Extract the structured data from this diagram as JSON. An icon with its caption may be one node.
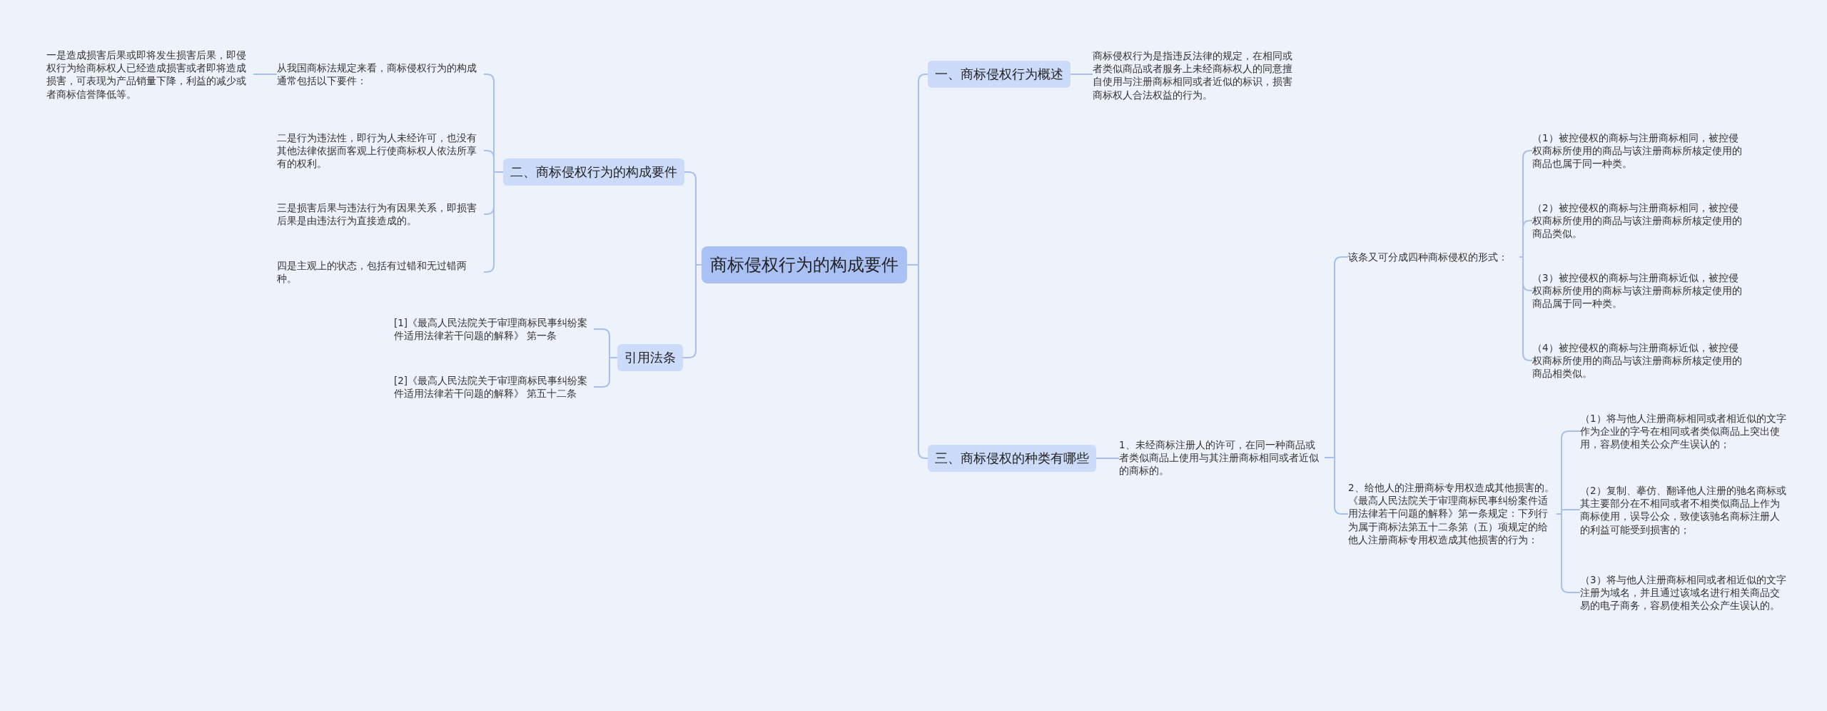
{
  "diagram": {
    "nodes": [
      {
        "text": [
          "商标侵权行为的构成要件"
        ]
      },
      {
        "text": [
          "一、商标侵权行为概述"
        ]
      },
      {
        "text": [
          "商标侵权行为是指违反法律的规定，在相同或者类似商品或者服务上未经商标权人的同意擅自使用与注册商标相同或者近似的标识，损害商标权人合法权益的行为。"
        ]
      },
      {
        "text": [
          "二、商标侵权行为的构成要件"
        ]
      },
      {
        "text": [
          "从我国商标法规定来看，商标侵权行为的构成通常包括以下要件："
        ]
      },
      {
        "text": [
          "一是造成损害后果或即将发生损害后果，即侵权行为给商标权人已经造成损害或者即将造成损害，可表现为产品销量下降，利益的减少或者商标信誉降低等。"
        ]
      },
      {
        "text": [
          "二是行为违法性，即行为人未经许可，也没有其他法律依据而客观上行使商标权人依法所享有的权利。"
        ]
      },
      {
        "text": [
          "三是损害后果与违法行为有因果关系，即损害后果是由违法行为直接造成的。"
        ]
      },
      {
        "text": [
          "四是主观上的状态，包括有过错和无过错两种。"
        ]
      },
      {
        "text": [
          "引用法条"
        ]
      },
      {
        "text": [
          "[1]《最高人民法院关于审理商标民事纠纷案件适用法律若干问题的解释》 第一条"
        ]
      },
      {
        "text": [
          "[2]《最高人民法院关于审理商标民事纠纷案件适用法律若干问题的解释》 第五十二条"
        ]
      },
      {
        "text": [
          "三、商标侵权的种类有哪些"
        ]
      },
      {
        "text": [
          "1、未经商标注册人的许可，在同一种商品或者类似商品上使用与其注册商标相同或者近似的商标的。"
        ]
      },
      {
        "text": [
          "该条又可分成四种商标侵权的形式："
        ]
      },
      {
        "text": [
          "（1）被控侵权的商标与注册商标相同，被控侵权商标所使用的商品与该注册商标所核定使用的商品也属于同一种类。"
        ]
      },
      {
        "text": [
          "（2）被控侵权的商标与注册商标相同，被控侵权商标所使用的商品与该注册商标所核定使用的商品类似。"
        ]
      },
      {
        "text": [
          "（3）被控侵权的商标与注册商标近似，被控侵权商标所使用的商标与该注册商标所核定使用的商品属于同一种类。"
        ]
      },
      {
        "text": [
          "（4）被控侵权的商标与注册商标近似，被控侵权商标所使用的商品与该注册商标所核定使用的商品相类似。"
        ]
      },
      {
        "text": [
          "2、给他人的注册商标专用权造成其他损害的。《最高人民法院关于审理商标民事纠纷案件适用法律若干问题的解释》第一条规定：下列行为属于商标法第五十二条第（五）项规定的给他人注册商标专用权造成其他损害的行为："
        ]
      },
      {
        "text": [
          "（1）将与他人注册商标相同或者相近似的文字作为企业的字号在相同或者类似商品上突出使用，容易使相关公众产生误认的；"
        ]
      },
      {
        "text": [
          "（2）复制、摹仿、翻译他人注册的驰名商标或其主要部分在不相同或者不相类似商品上作为商标使用，误导公众，致使该驰名商标注册人的利益可能受到损害的；"
        ]
      },
      {
        "text": [
          "（3）将与他人注册商标相同或者相近似的文字注册为域名，并且通过该域名进行相关商品交易的电子商务，容易使相关公众产生误认的。"
        ]
      }
    ],
    "edges": [
      {
        "from": 0,
        "to": 1,
        "arrow": "none"
      },
      {
        "from": 1,
        "to": 2,
        "arrow": "none"
      },
      {
        "from": 0,
        "to": 3,
        "arrow": "none"
      },
      {
        "from": 3,
        "to": 4,
        "arrow": "none"
      },
      {
        "from": 4,
        "to": 5,
        "arrow": "none"
      },
      {
        "from": 3,
        "to": 6,
        "arrow": "none"
      },
      {
        "from": 3,
        "to": 7,
        "arrow": "none"
      },
      {
        "from": 3,
        "to": 8,
        "arrow": "none"
      },
      {
        "from": 0,
        "to": 9,
        "arrow": "none"
      },
      {
        "from": 9,
        "to": 10,
        "arrow": "none"
      },
      {
        "from": 9,
        "to": 11,
        "arrow": "none"
      },
      {
        "from": 0,
        "to": 12,
        "arrow": "none"
      },
      {
        "from": 12,
        "to": 13,
        "arrow": "none"
      },
      {
        "from": 13,
        "to": 14,
        "arrow": "none"
      },
      {
        "from": 14,
        "to": 15,
        "arrow": "none"
      },
      {
        "from": 14,
        "to": 16,
        "arrow": "none"
      },
      {
        "from": 14,
        "to": 17,
        "arrow": "none"
      },
      {
        "from": 14,
        "to": 18,
        "arrow": "none"
      },
      {
        "from": 13,
        "to": 19,
        "arrow": "none"
      },
      {
        "from": 19,
        "to": 20,
        "arrow": "none"
      },
      {
        "from": 19,
        "to": 21,
        "arrow": "none"
      },
      {
        "from": 19,
        "to": 22,
        "arrow": "none"
      }
    ]
  }
}
